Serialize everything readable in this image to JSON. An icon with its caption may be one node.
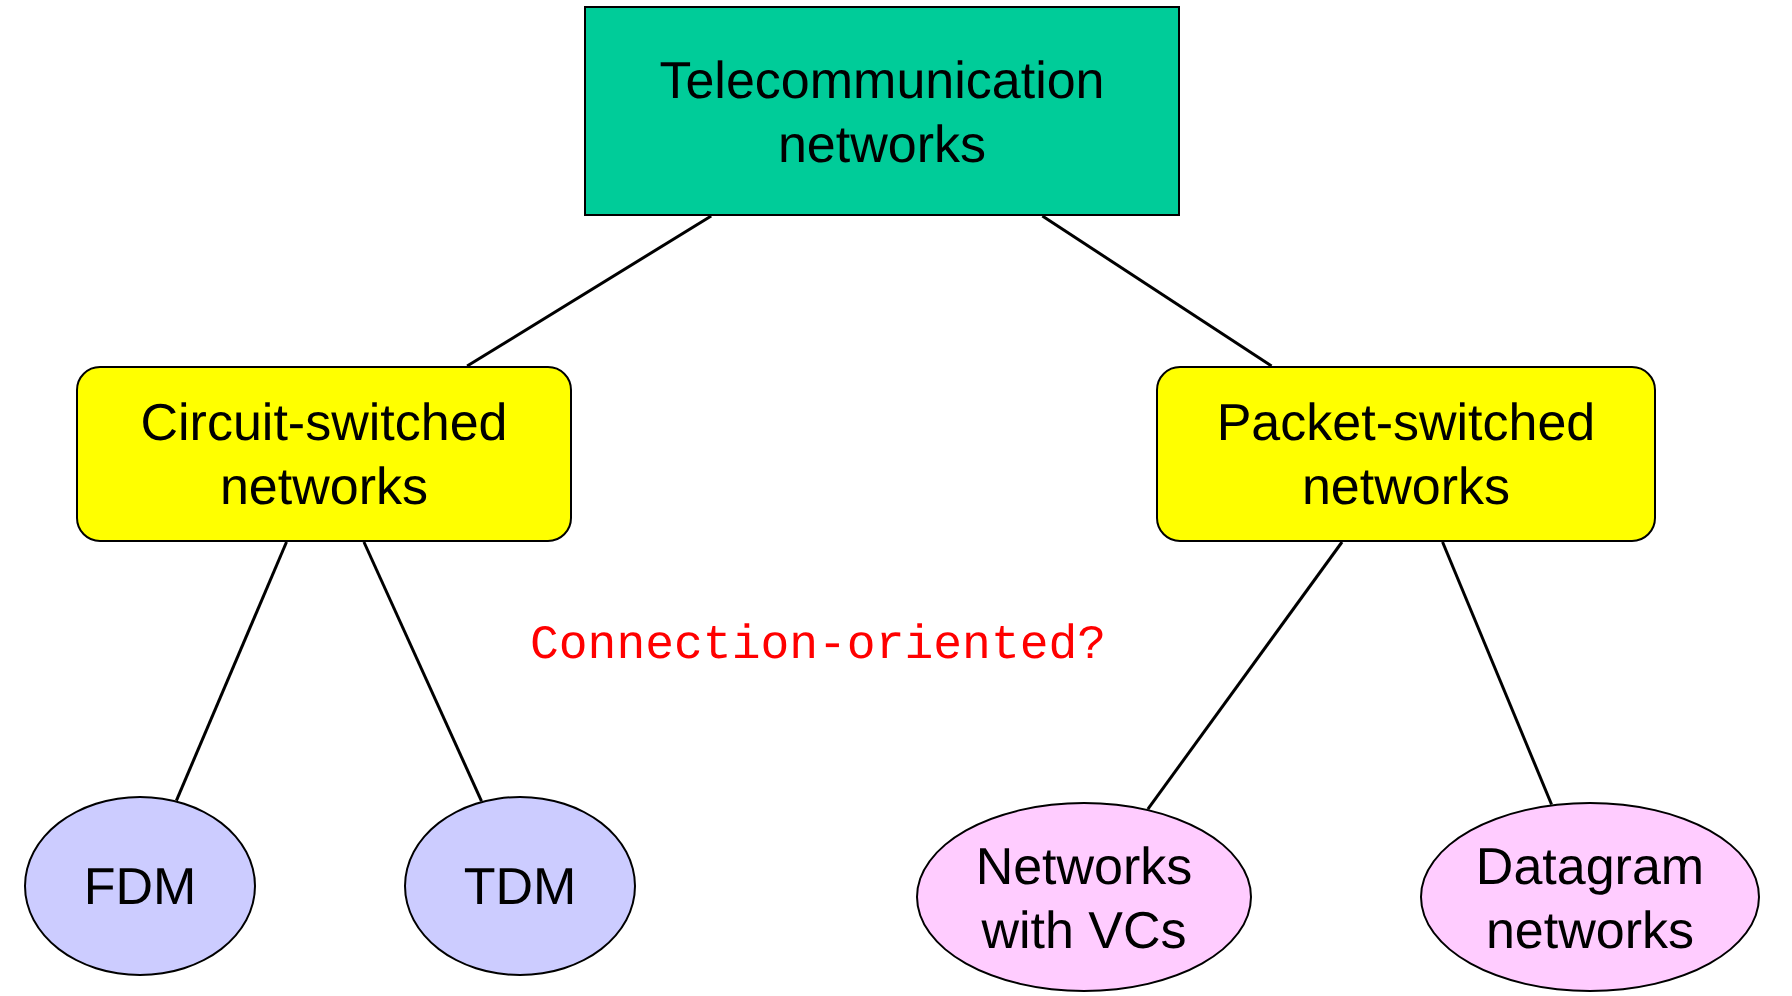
{
  "diagram": {
    "nodes": [
      {
        "text": [
          "Telecommunication networks"
        ]
      },
      {
        "text": [
          "Circuit-switched networks"
        ]
      },
      {
        "text": [
          "Packet-switched networks"
        ]
      },
      {
        "text": [
          "FDM"
        ]
      },
      {
        "text": [
          "TDM"
        ]
      },
      {
        "text": [
          "Networks with VCs"
        ]
      },
      {
        "text": [
          "Datagram networks"
        ]
      }
    ],
    "edges": [
      {
        "from": 0,
        "to": 1,
        "arrow": "none"
      },
      {
        "from": 0,
        "to": 2,
        "arrow": "none"
      },
      {
        "from": 1,
        "to": 3,
        "arrow": "none"
      },
      {
        "from": 1,
        "to": 4,
        "arrow": "none"
      },
      {
        "from": 2,
        "to": 5,
        "arrow": "none"
      },
      {
        "from": 2,
        "to": 6,
        "arrow": "none"
      }
    ],
    "labels": [
      "Connection-oriented?"
    ]
  }
}
